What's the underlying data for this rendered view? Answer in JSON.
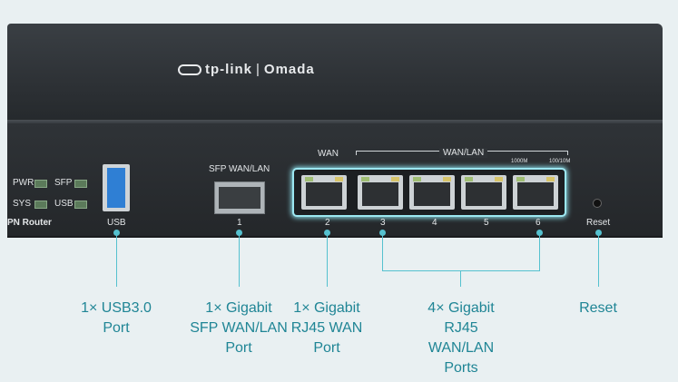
{
  "device": {
    "brand_logo": "tp-link",
    "sub_brand": "Omada",
    "front_labels": {
      "pwr": "PWR",
      "sfp": "SFP",
      "sys": "SYS",
      "usb_led": "USB",
      "model_suffix": "PN Router",
      "usb_port": "USB",
      "sfp_group": "SFP WAN/LAN",
      "wan": "WAN",
      "wan_lan": "WAN/LAN",
      "speed_1000": "1000M",
      "speed_100": "100/10M",
      "reset": "Reset"
    },
    "port_numbers": [
      "1",
      "2",
      "3",
      "4",
      "5",
      "6"
    ]
  },
  "callouts": [
    {
      "lines": [
        "1× USB3.0",
        "Port"
      ]
    },
    {
      "lines": [
        "1× Gigabit",
        "SFP WAN/LAN",
        "Port"
      ]
    },
    {
      "lines": [
        "1× Gigabit",
        "RJ45 WAN",
        "Port"
      ]
    },
    {
      "lines": [
        "4× Gigabit",
        "RJ45",
        "WAN/LAN",
        "Ports"
      ]
    },
    {
      "lines": [
        "Reset"
      ]
    }
  ],
  "colors": {
    "accent": "#1f8595",
    "callout_line": "#55c1cf",
    "usb_blue": "#2f7fd4"
  }
}
